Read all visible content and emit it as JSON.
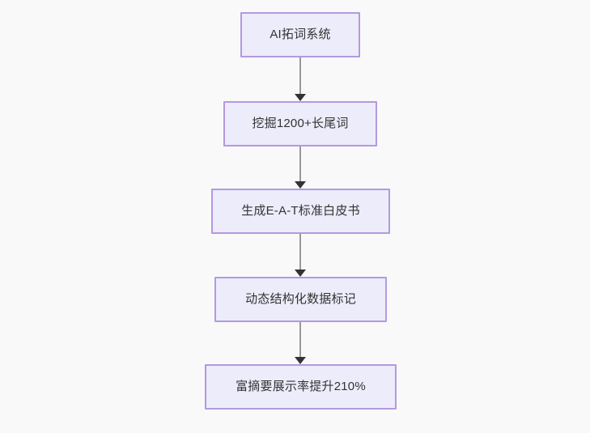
{
  "diagram": {
    "type": "flowchart",
    "direction": "top-to-bottom",
    "background_color": "#f9f9f9",
    "node_fill_color": "#ececfb",
    "node_border_color": "#b399e0",
    "node_text_color": "#333333",
    "edge_line_color": "#999999",
    "edge_arrow_color": "#333333",
    "nodes": [
      {
        "id": "n1",
        "label": "AI拓词系统"
      },
      {
        "id": "n2",
        "label": "挖掘1200+长尾词"
      },
      {
        "id": "n3",
        "label": "生成E-A-T标准白皮书"
      },
      {
        "id": "n4",
        "label": "动态结构化数据标记"
      },
      {
        "id": "n5",
        "label": "富摘要展示率提升210%"
      }
    ],
    "edges": [
      {
        "from": "n1",
        "to": "n2"
      },
      {
        "from": "n2",
        "to": "n3"
      },
      {
        "from": "n3",
        "to": "n4"
      },
      {
        "from": "n4",
        "to": "n5"
      }
    ]
  }
}
